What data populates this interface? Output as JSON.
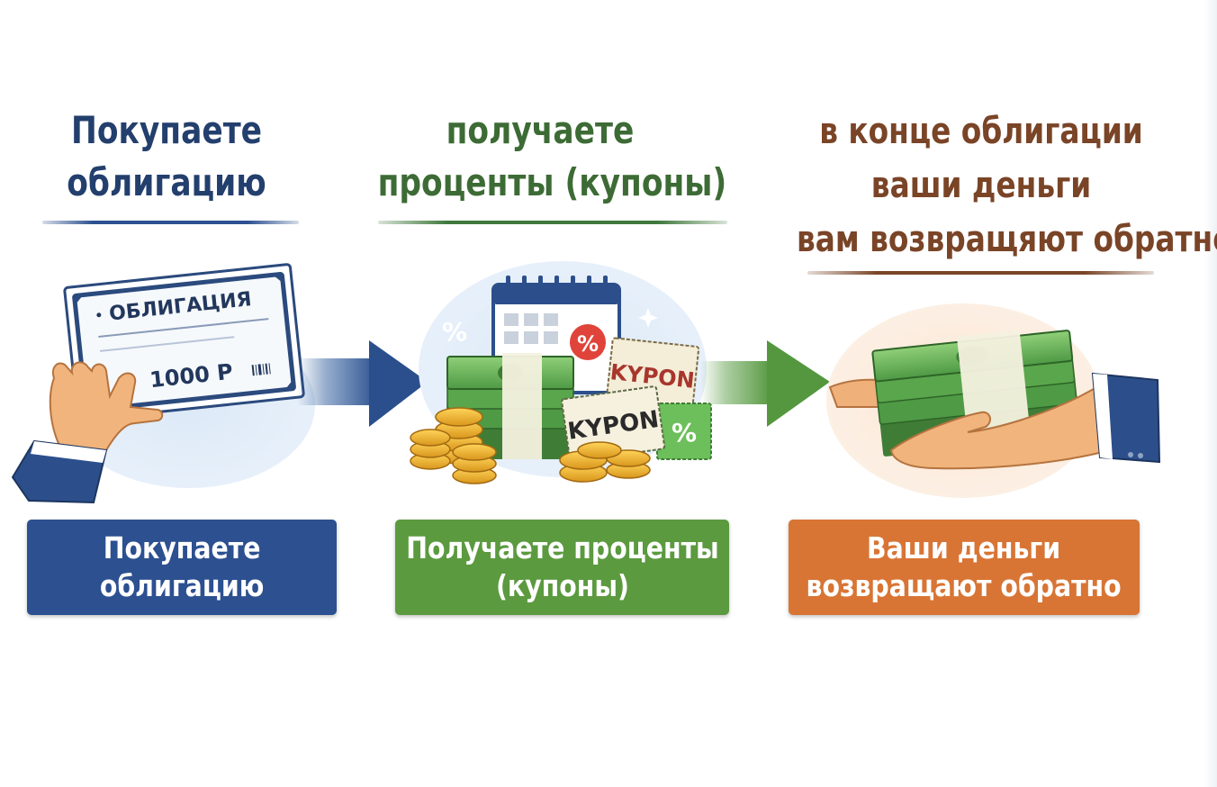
{
  "steps": [
    {
      "heading_lines": [
        "Покупаете",
        "облигацию"
      ],
      "box_lines": [
        "Покупаете",
        "облигацию"
      ],
      "color": "#233f6d",
      "box_color": "#2c5090"
    },
    {
      "heading_lines": [
        "получаете",
        "проценты (купоны)"
      ],
      "box_lines": [
        "Получаете проценты",
        "(купоны)"
      ],
      "color": "#3d6b35",
      "box_color": "#5b9a3f"
    },
    {
      "heading_lines": [
        "в конце облигации",
        "ваши деньги",
        "вам возвращяют обратно"
      ],
      "box_lines": [
        "Ваши деньги",
        "возвращают обратно"
      ],
      "color": "#7a4427",
      "box_color": "#d87535"
    }
  ],
  "bond": {
    "title": "ОБЛИГАЦИЯ",
    "amount": "1000 Р"
  },
  "coupons": [
    {
      "text": "KYPON"
    },
    {
      "text": "KYPON"
    }
  ],
  "percent_symbol": "%",
  "icons": [
    "bond-certificate-icon",
    "hand-icon",
    "arrow-right-icon",
    "calendar-icon",
    "cash-stack-icon",
    "coins-icon",
    "coupon-icon",
    "percent-icon",
    "sparkle-icon"
  ]
}
